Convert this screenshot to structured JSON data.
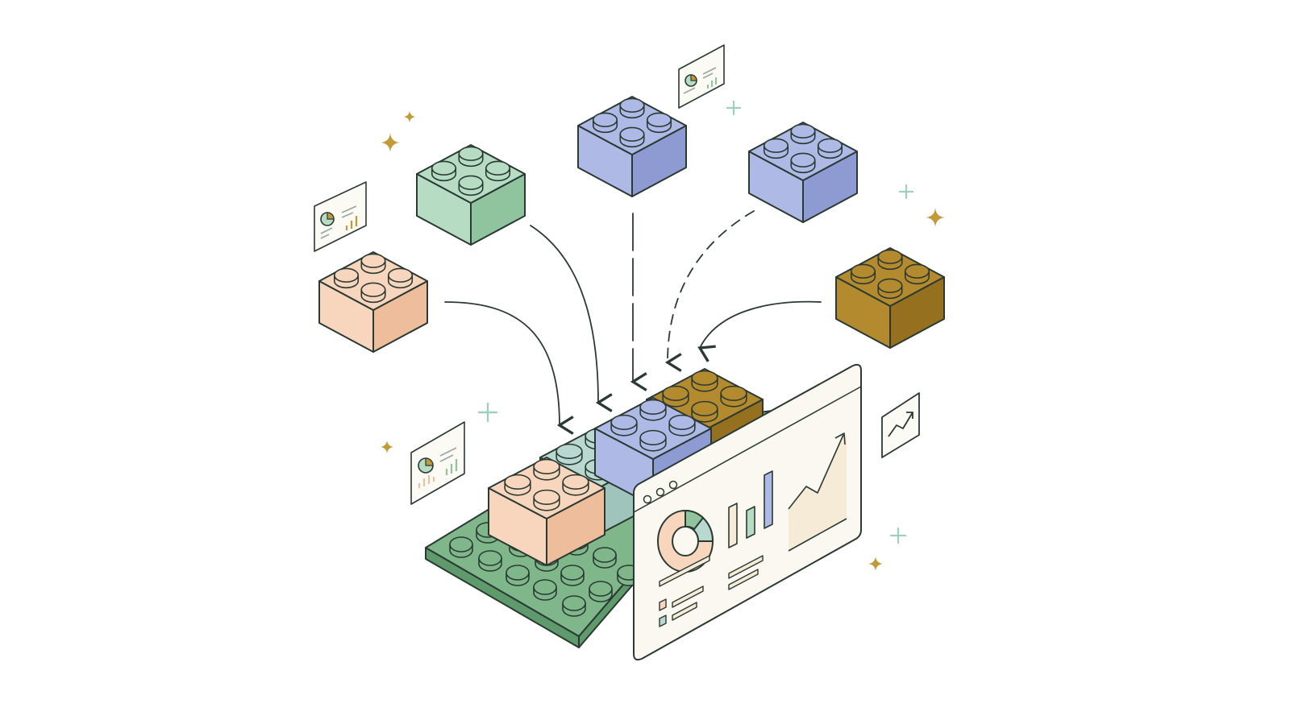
{
  "illustration": {
    "theme": "modular building blocks assembling into a dashboard",
    "colors": {
      "outline": "#2a3a33",
      "green": "#b7dcc4",
      "green_dark": "#8fc49f",
      "blue": "#aeb9e6",
      "blue_dark": "#8e9bd3",
      "peach": "#f8d6bd",
      "peach_dark": "#eebd9c",
      "mustard": "#b48a2e",
      "mustard_dark": "#94701f",
      "baseplate": "#7fb68a",
      "baseplate_dark": "#5e9a6b",
      "mint_block": "#b9d8d0",
      "panel_bg": "#faf8f1",
      "panel_area": "#f6ebd6",
      "sparkle_gold": "#c29a3a",
      "sparkle_mint": "#9fcfbf"
    },
    "floating_blocks": [
      {
        "name": "peach-block",
        "color": "peach"
      },
      {
        "name": "green-block",
        "color": "green"
      },
      {
        "name": "blue-block-center",
        "color": "blue"
      },
      {
        "name": "blue-block-right",
        "color": "blue"
      },
      {
        "name": "mustard-block",
        "color": "mustard"
      }
    ],
    "icons": [
      "dashboard-card-icon",
      "trend-chart-icon",
      "sparkle-icon",
      "arrow-icon"
    ]
  }
}
